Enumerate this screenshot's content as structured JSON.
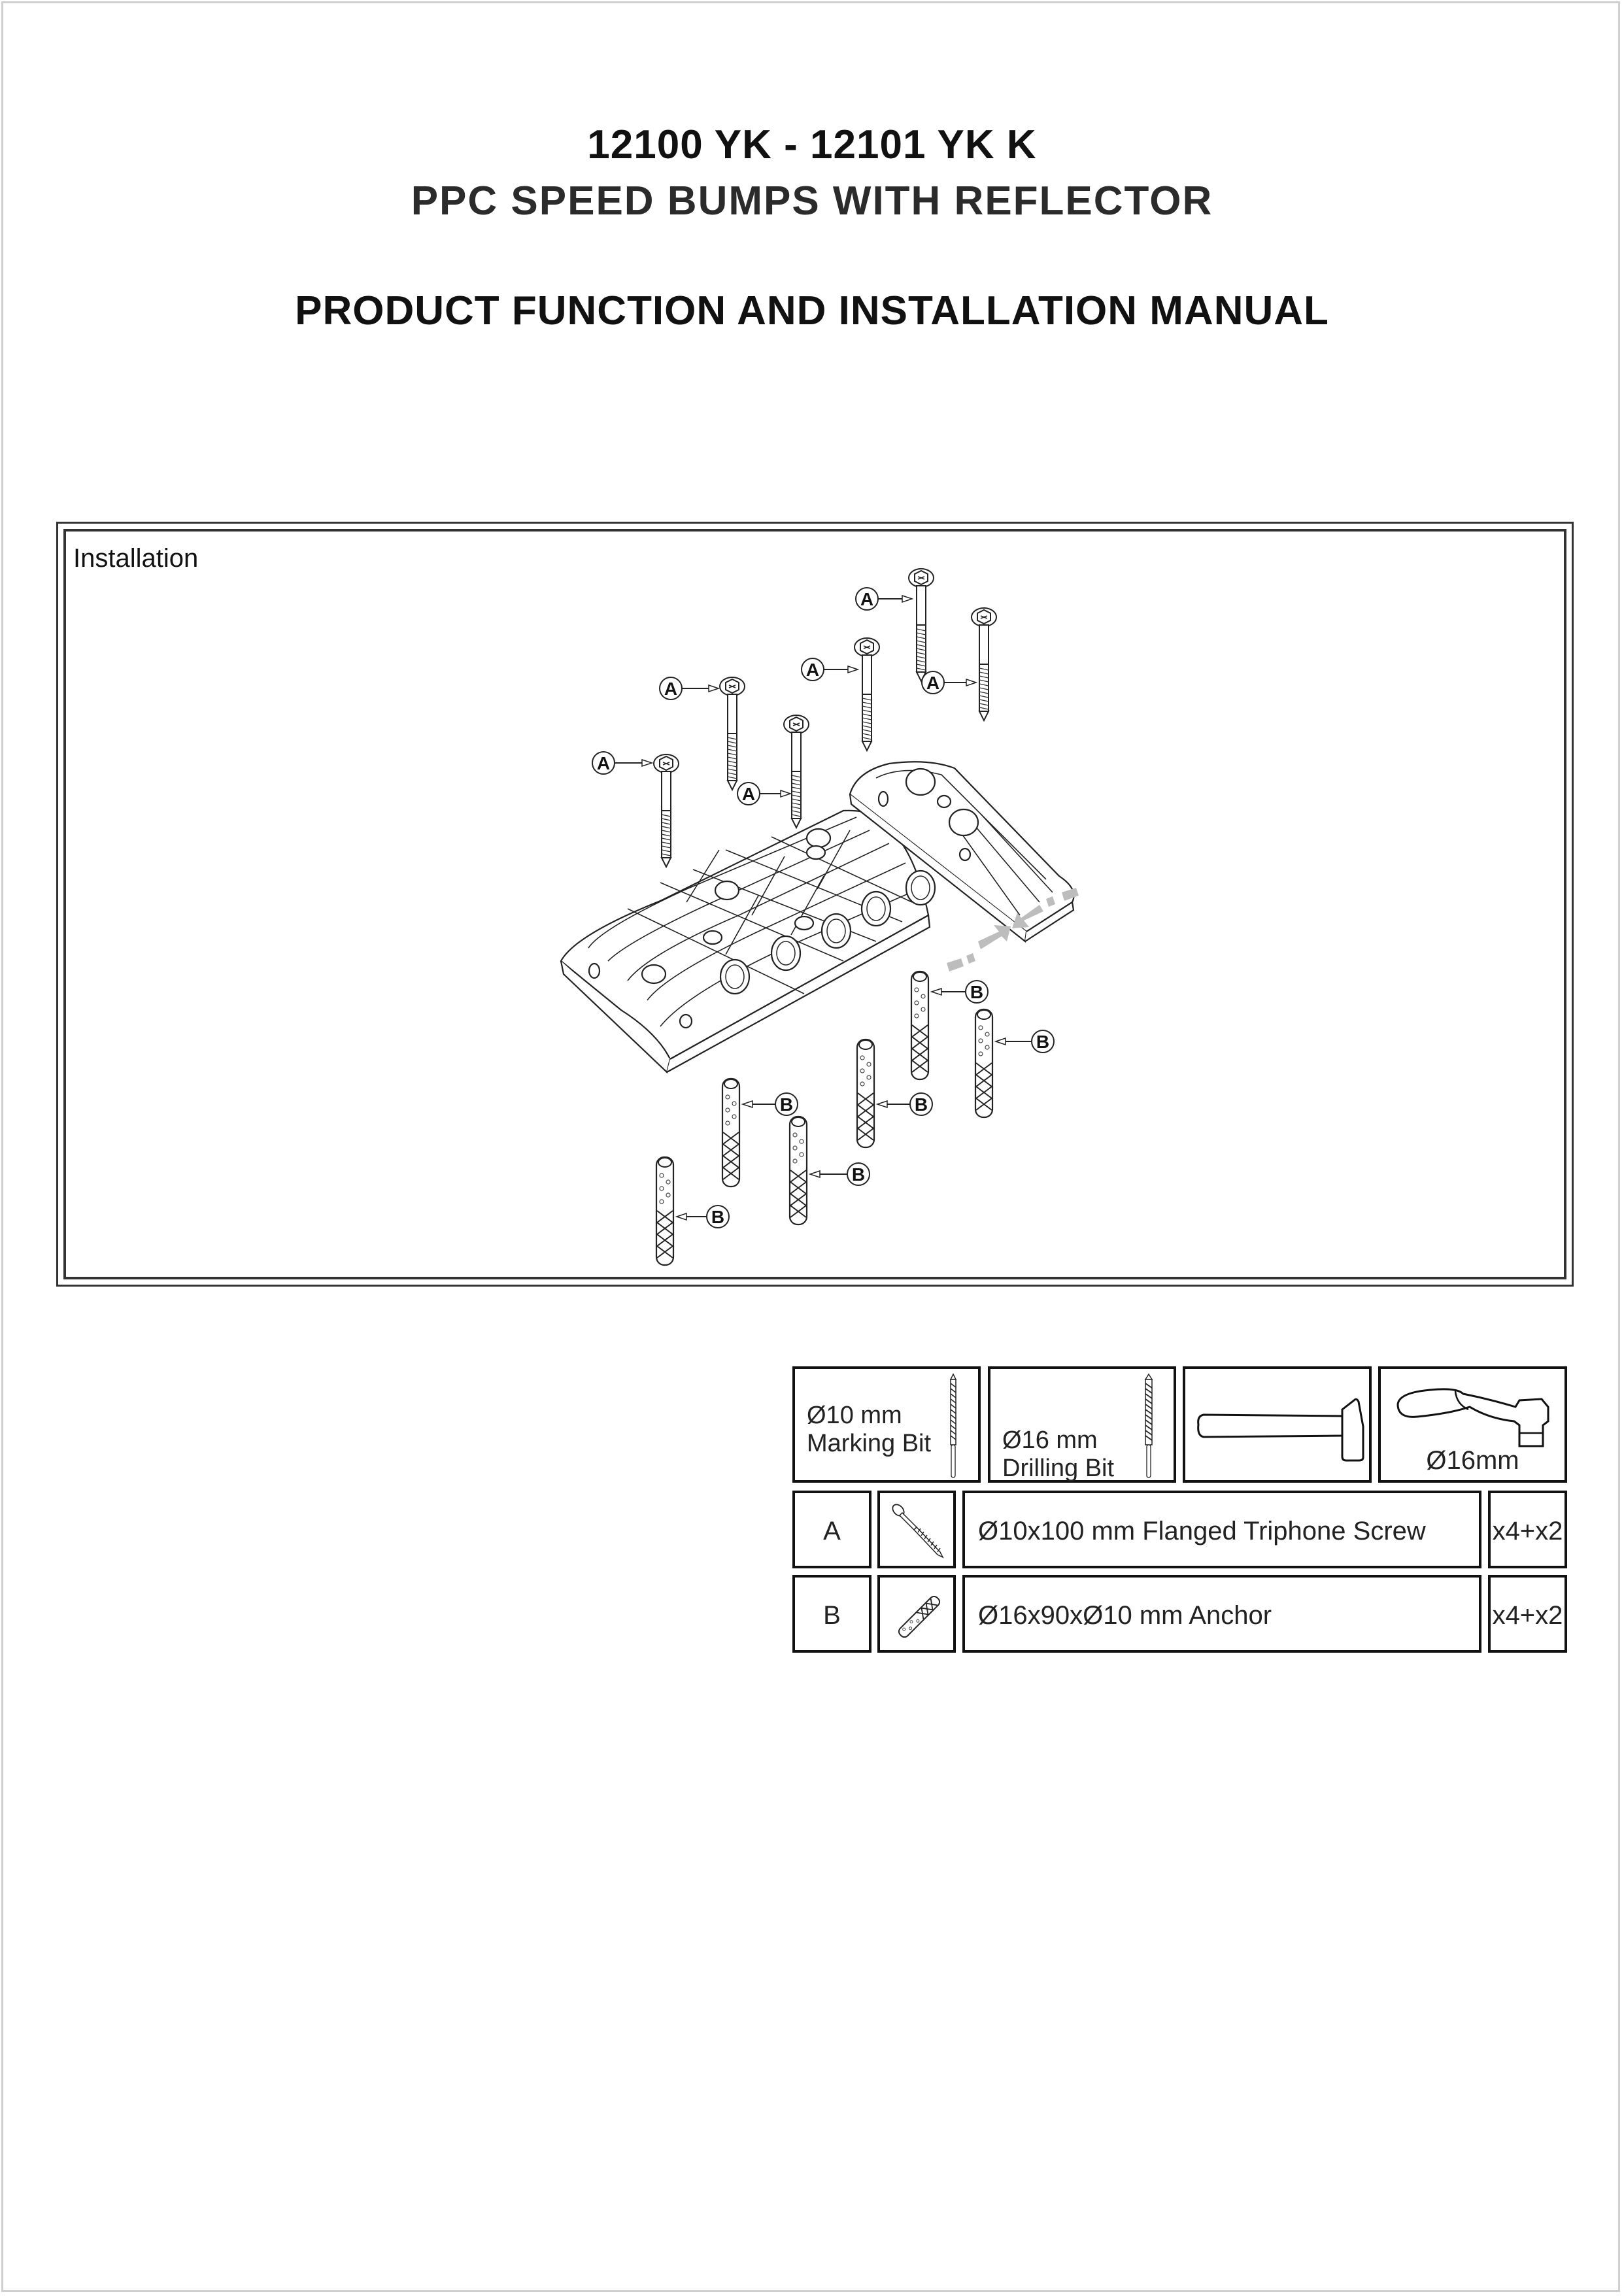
{
  "header": {
    "model_numbers": "12100 YK - 12101 YK K",
    "product_name": "PPC SPEED BUMPS WITH REFLECTOR",
    "manual_title": "PRODUCT FUNCTION AND INSTALLATION MANUAL"
  },
  "installation": {
    "label": "Installation",
    "screw_callout": "A",
    "anchor_callout": "B",
    "screw_count_shown": 6,
    "anchor_count_shown": 6,
    "icons": [
      "speed-bump-main-section",
      "speed-bump-end-cap",
      "flanged-screw",
      "wall-anchor",
      "assembly-arrow"
    ]
  },
  "tools": [
    {
      "line1": "Ø10 mm",
      "line2": "Marking Bit",
      "icon": "marking-bit-icon"
    },
    {
      "line1": "Ø16 mm",
      "line2": "Drilling Bit",
      "icon": "drilling-bit-icon"
    },
    {
      "line1": "",
      "line2": "",
      "icon": "hammer-icon"
    },
    {
      "line1": "Ø16mm",
      "line2": "",
      "icon": "ratchet-wrench-icon"
    }
  ],
  "parts": [
    {
      "letter": "A",
      "description": "Ø10x100 mm Flanged Triphone Screw",
      "quantity": "x4+x2",
      "icon": "screw-icon"
    },
    {
      "letter": "B",
      "description": "Ø16x90xØ10 mm Anchor",
      "quantity": "x4+x2",
      "icon": "anchor-icon"
    }
  ],
  "colors": {
    "text": "#111111",
    "subtitle": "#2b2b2b",
    "frame": "#333333",
    "page_border": "#cfcfcf",
    "arrow_gray": "#bdbdbd"
  }
}
